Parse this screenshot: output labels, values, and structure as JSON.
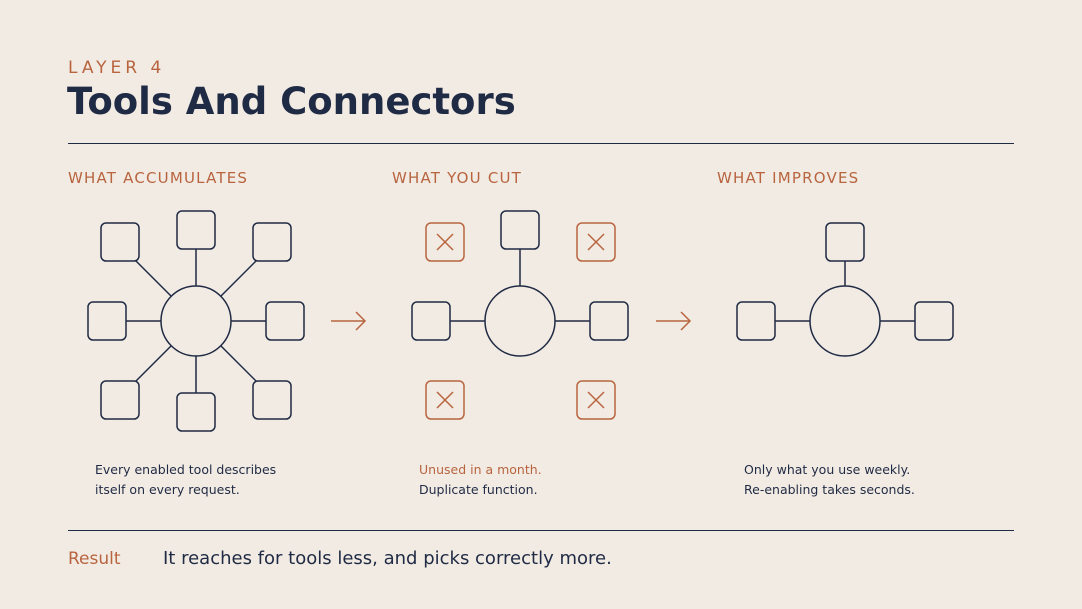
{
  "eyebrow": "LAYER 4",
  "title": "Tools And Connectors",
  "columns": [
    {
      "heading": "WHAT ACCUMULATES",
      "caption": [
        "Every enabled tool describes",
        "itself on every request."
      ]
    },
    {
      "heading": "WHAT YOU CUT",
      "caption_accent": "Unused in a month.",
      "caption": "Duplicate function."
    },
    {
      "heading": "WHAT IMPROVES",
      "caption": [
        "Only what you use weekly.",
        "Re-enabling takes seconds."
      ]
    }
  ],
  "result": {
    "label": "Result",
    "text": "It reaches for tools less, and picks correctly more."
  },
  "colors": {
    "ink": "#1f2a44",
    "accent": "#b8643f",
    "background": "#f2ebe3"
  }
}
